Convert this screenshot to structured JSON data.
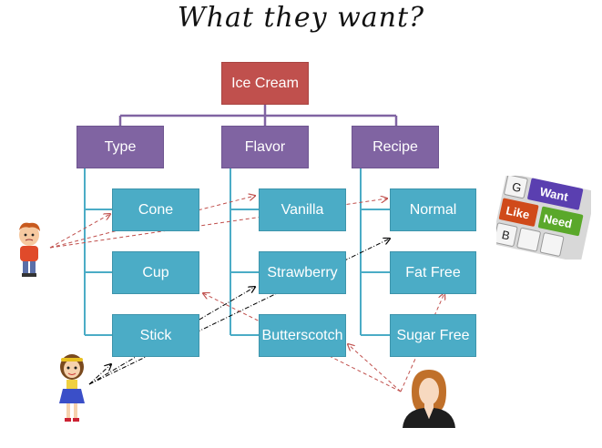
{
  "title": "What they want?",
  "root": "Ice Cream",
  "categories": [
    {
      "label": "Type",
      "items": [
        "Cone",
        "Cup",
        "Stick"
      ]
    },
    {
      "label": "Flavor",
      "items": [
        "Vanilla",
        "Strawberry",
        "Butterscotch"
      ]
    },
    {
      "label": "Recipe",
      "items": [
        "Normal",
        "Fat Free",
        "Sugar Free"
      ]
    }
  ],
  "keyboard": {
    "keys": [
      "G",
      "Want",
      "Like",
      "Need",
      "B"
    ]
  },
  "colors": {
    "root": "#c0504d",
    "category": "#8064a2",
    "leaf": "#4bacc6",
    "connector_purple": "#8064a2",
    "connector_blue": "#4bacc6",
    "arrow_red": "#c0504d",
    "arrow_black": "#000000"
  },
  "icons": [
    "boy-icon",
    "girl-icon",
    "woman-icon",
    "keyboard-icon"
  ]
}
